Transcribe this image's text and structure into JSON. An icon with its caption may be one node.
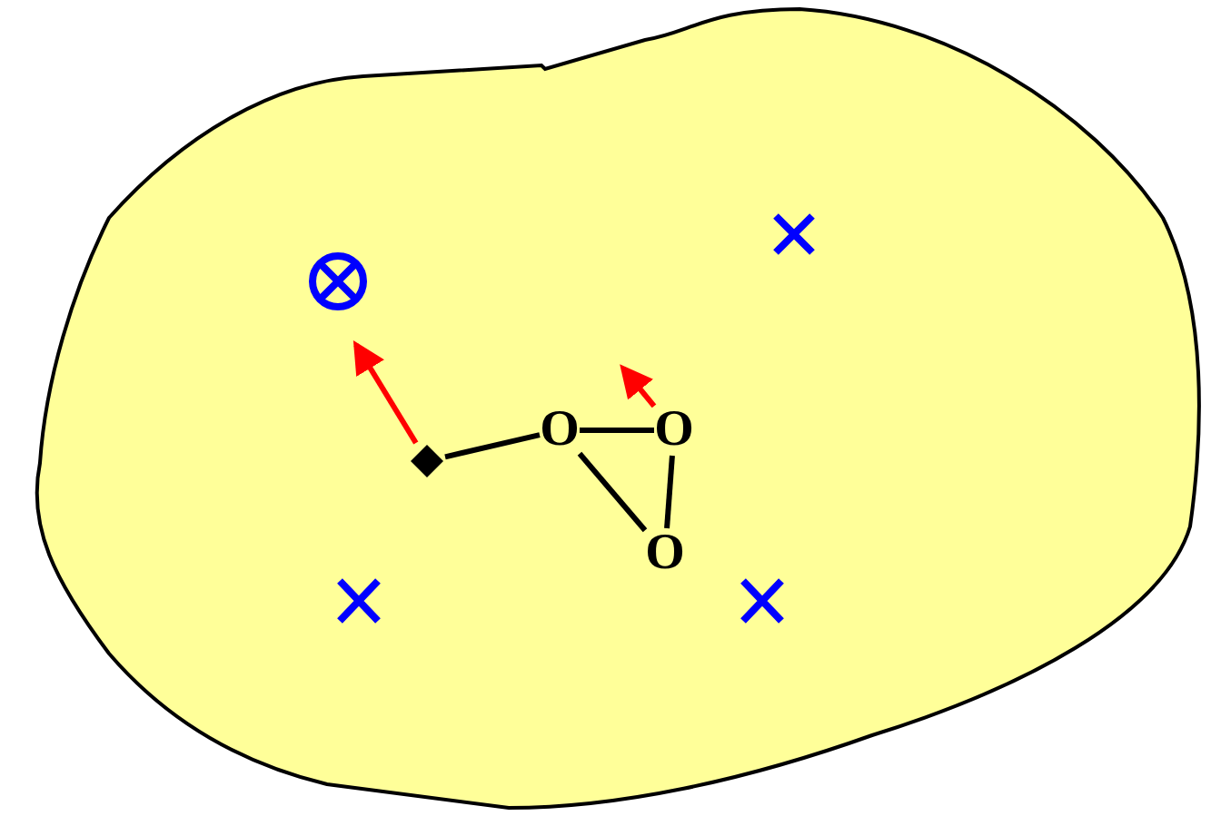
{
  "diagram": {
    "nodes": [
      {
        "text": [],
        "shape": "diamond"
      },
      {
        "text": [
          "O"
        ]
      },
      {
        "text": [
          "O"
        ]
      },
      {
        "text": [
          "O"
        ]
      }
    ],
    "edges": [
      {
        "from": 0,
        "to": 1,
        "arrow": "none"
      },
      {
        "from": 1,
        "to": 2,
        "arrow": "none"
      },
      {
        "from": 1,
        "to": 3,
        "arrow": "none"
      },
      {
        "from": 2,
        "to": 3,
        "arrow": "none"
      },
      {
        "from": 0,
        "to": null,
        "arrow": "to",
        "color": "#ff0000"
      },
      {
        "from": 2,
        "to": null,
        "arrow": "to",
        "color": "#ff0000"
      }
    ]
  }
}
